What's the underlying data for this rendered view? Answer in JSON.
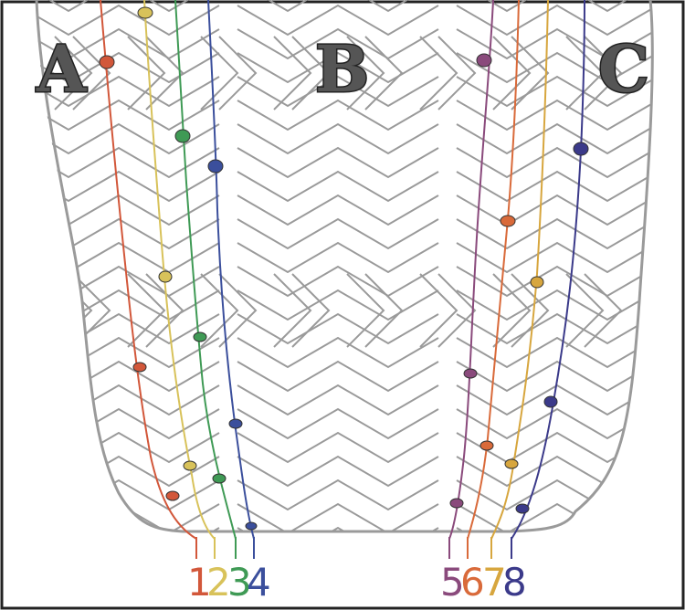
{
  "region_labels": [
    "A",
    "B",
    "C"
  ],
  "colors": {
    "frame": "#222222",
    "pattern": "#9a9a9a",
    "letter_fill": "#555555"
  },
  "strands": [
    {
      "label": "1",
      "color": "#d2573a"
    },
    {
      "label": "2",
      "color": "#d8c25a"
    },
    {
      "label": "3",
      "color": "#3f9a55"
    },
    {
      "label": "4",
      "color": "#3b4f9c"
    },
    {
      "label": "5",
      "color": "#8a4a7c"
    },
    {
      "label": "6",
      "color": "#d96a3a"
    },
    {
      "label": "7",
      "color": "#d7a63e"
    },
    {
      "label": "8",
      "color": "#3b3a8a"
    }
  ]
}
